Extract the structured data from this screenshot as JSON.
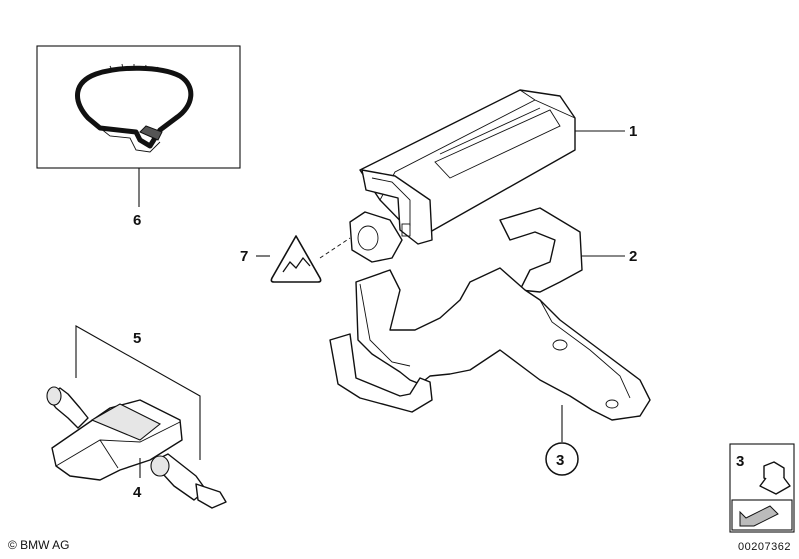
{
  "callouts": {
    "c1": "1",
    "c2": "2",
    "c3": "3",
    "c4": "4",
    "c5": "5",
    "c6": "6",
    "c7": "7",
    "c3_legend": "3"
  },
  "footer": {
    "copyright": "© BMW AG",
    "document_number": "00207362"
  }
}
